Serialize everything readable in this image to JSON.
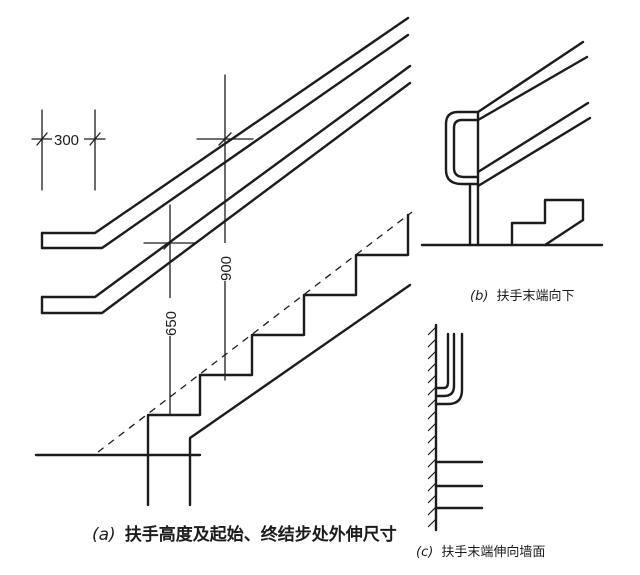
{
  "labels": {
    "dim_300": "300",
    "dim_650": "650",
    "dim_900": "900"
  },
  "captions": {
    "a_mark": "(a)",
    "a_text": "扶手高度及起始、终结步处外伸尺寸",
    "b_mark": "(b)",
    "b_text": "扶手末端向下",
    "c_mark": "(c)",
    "c_text": "扶手末端伸向墙面"
  },
  "colors": {
    "ink": "#1c1c1c",
    "background": "#ffffff"
  }
}
